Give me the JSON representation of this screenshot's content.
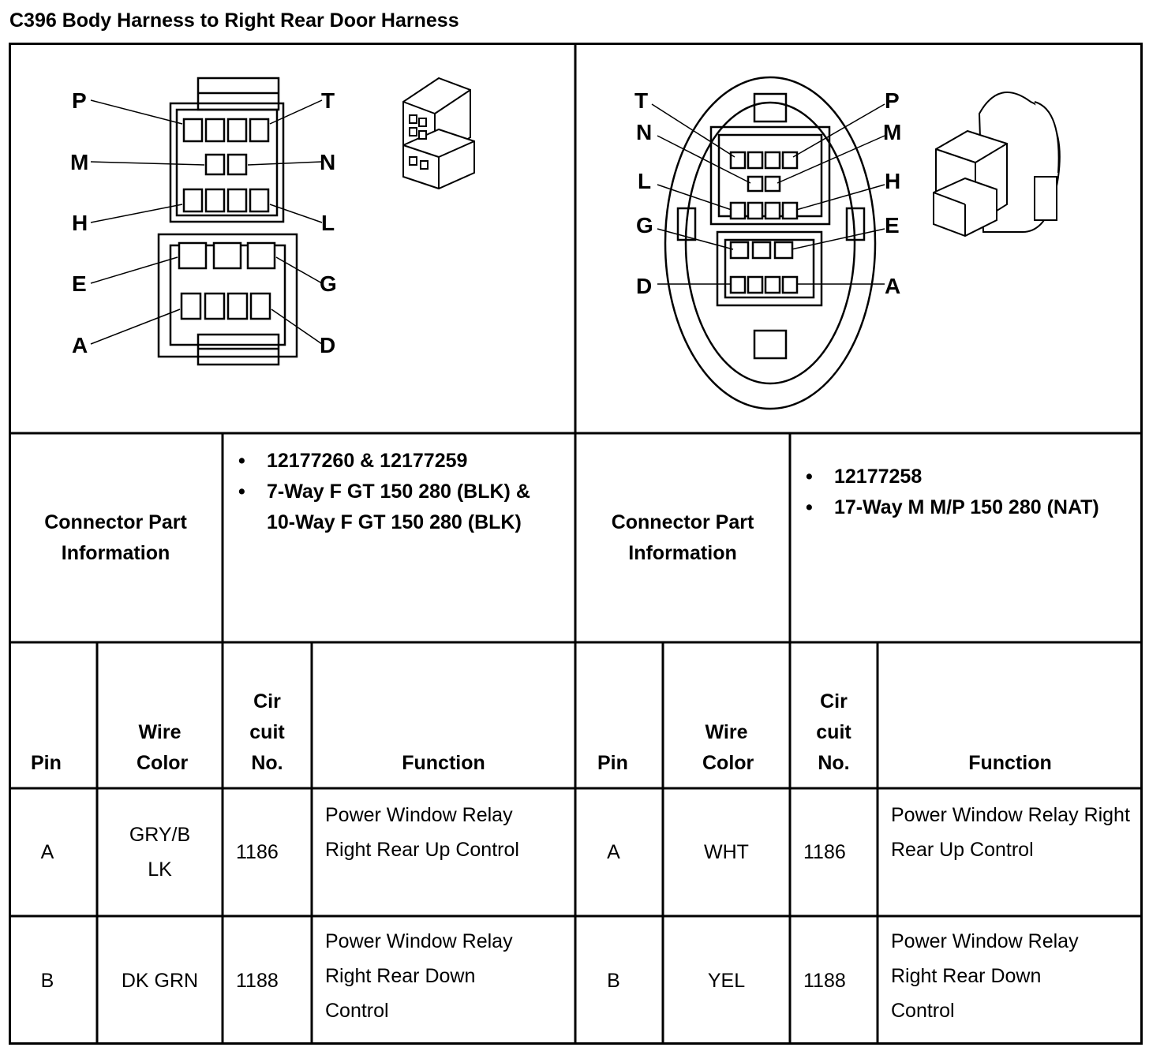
{
  "title": "C396 Body Harness to Right Rear Door Harness",
  "left_connector": {
    "info_label": "Connector Part Information",
    "part_numbers": "12177260 & 12177259",
    "description": "7-Way F GT 150 280 (BLK) & 10-Way F GT 150 280 (BLK)",
    "pin_labels": [
      "P",
      "T",
      "M",
      "N",
      "H",
      "L",
      "E",
      "G",
      "A",
      "D"
    ]
  },
  "right_connector": {
    "info_label": "Connector Part Information",
    "part_numbers": "12177258",
    "description": "17-Way M M/P 150 280 (NAT)",
    "pin_labels": [
      "T",
      "P",
      "N",
      "M",
      "L",
      "H",
      "G",
      "E",
      "D",
      "A"
    ]
  },
  "table_headers": {
    "pin": "Pin",
    "wire_color": "Wire Color",
    "circuit_no": "Cir cuit No.",
    "function": "Function"
  },
  "rows": [
    {
      "left_pin": "A",
      "left_wire": "GRY/B LK",
      "left_circuit": "1186",
      "left_function": "Power Window Relay Right Rear Up Control",
      "right_pin": "A",
      "right_wire": "WHT",
      "right_circuit": "1186",
      "right_function": "Power Window Relay Right Rear Up Control"
    },
    {
      "left_pin": "B",
      "left_wire": "DK GRN",
      "left_circuit": "1188",
      "left_function": "Power Window Relay Right Rear Down Control",
      "right_pin": "B",
      "right_wire": "YEL",
      "right_circuit": "1188",
      "right_function": "Power Window Relay Right Rear Down Control"
    }
  ]
}
